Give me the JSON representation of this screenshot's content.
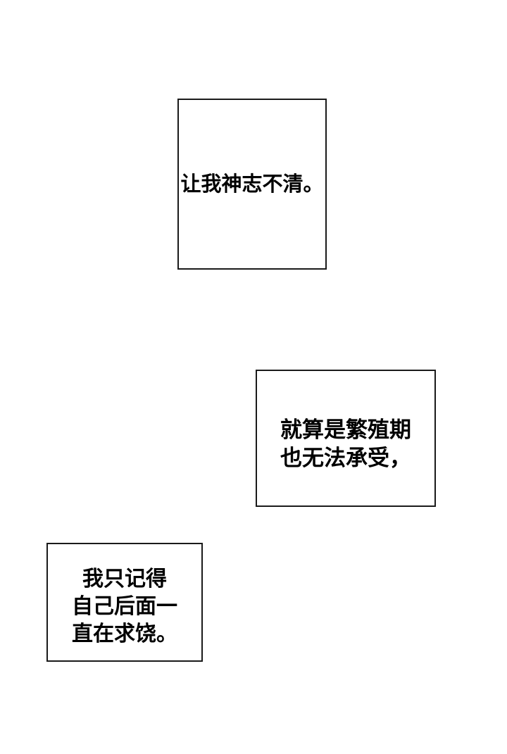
{
  "page": {
    "background_color": "#ffffff",
    "border_color": "#1a1a1a",
    "text_color": "#000000"
  },
  "panels": [
    {
      "id": "caption-1",
      "lines": [
        "让我神志不清。"
      ]
    },
    {
      "id": "caption-2",
      "lines": [
        "就算是繁殖期",
        "也无法承受，"
      ]
    },
    {
      "id": "caption-3",
      "lines": [
        "我只记得",
        "自己后面一",
        "直在求饶。"
      ]
    }
  ]
}
